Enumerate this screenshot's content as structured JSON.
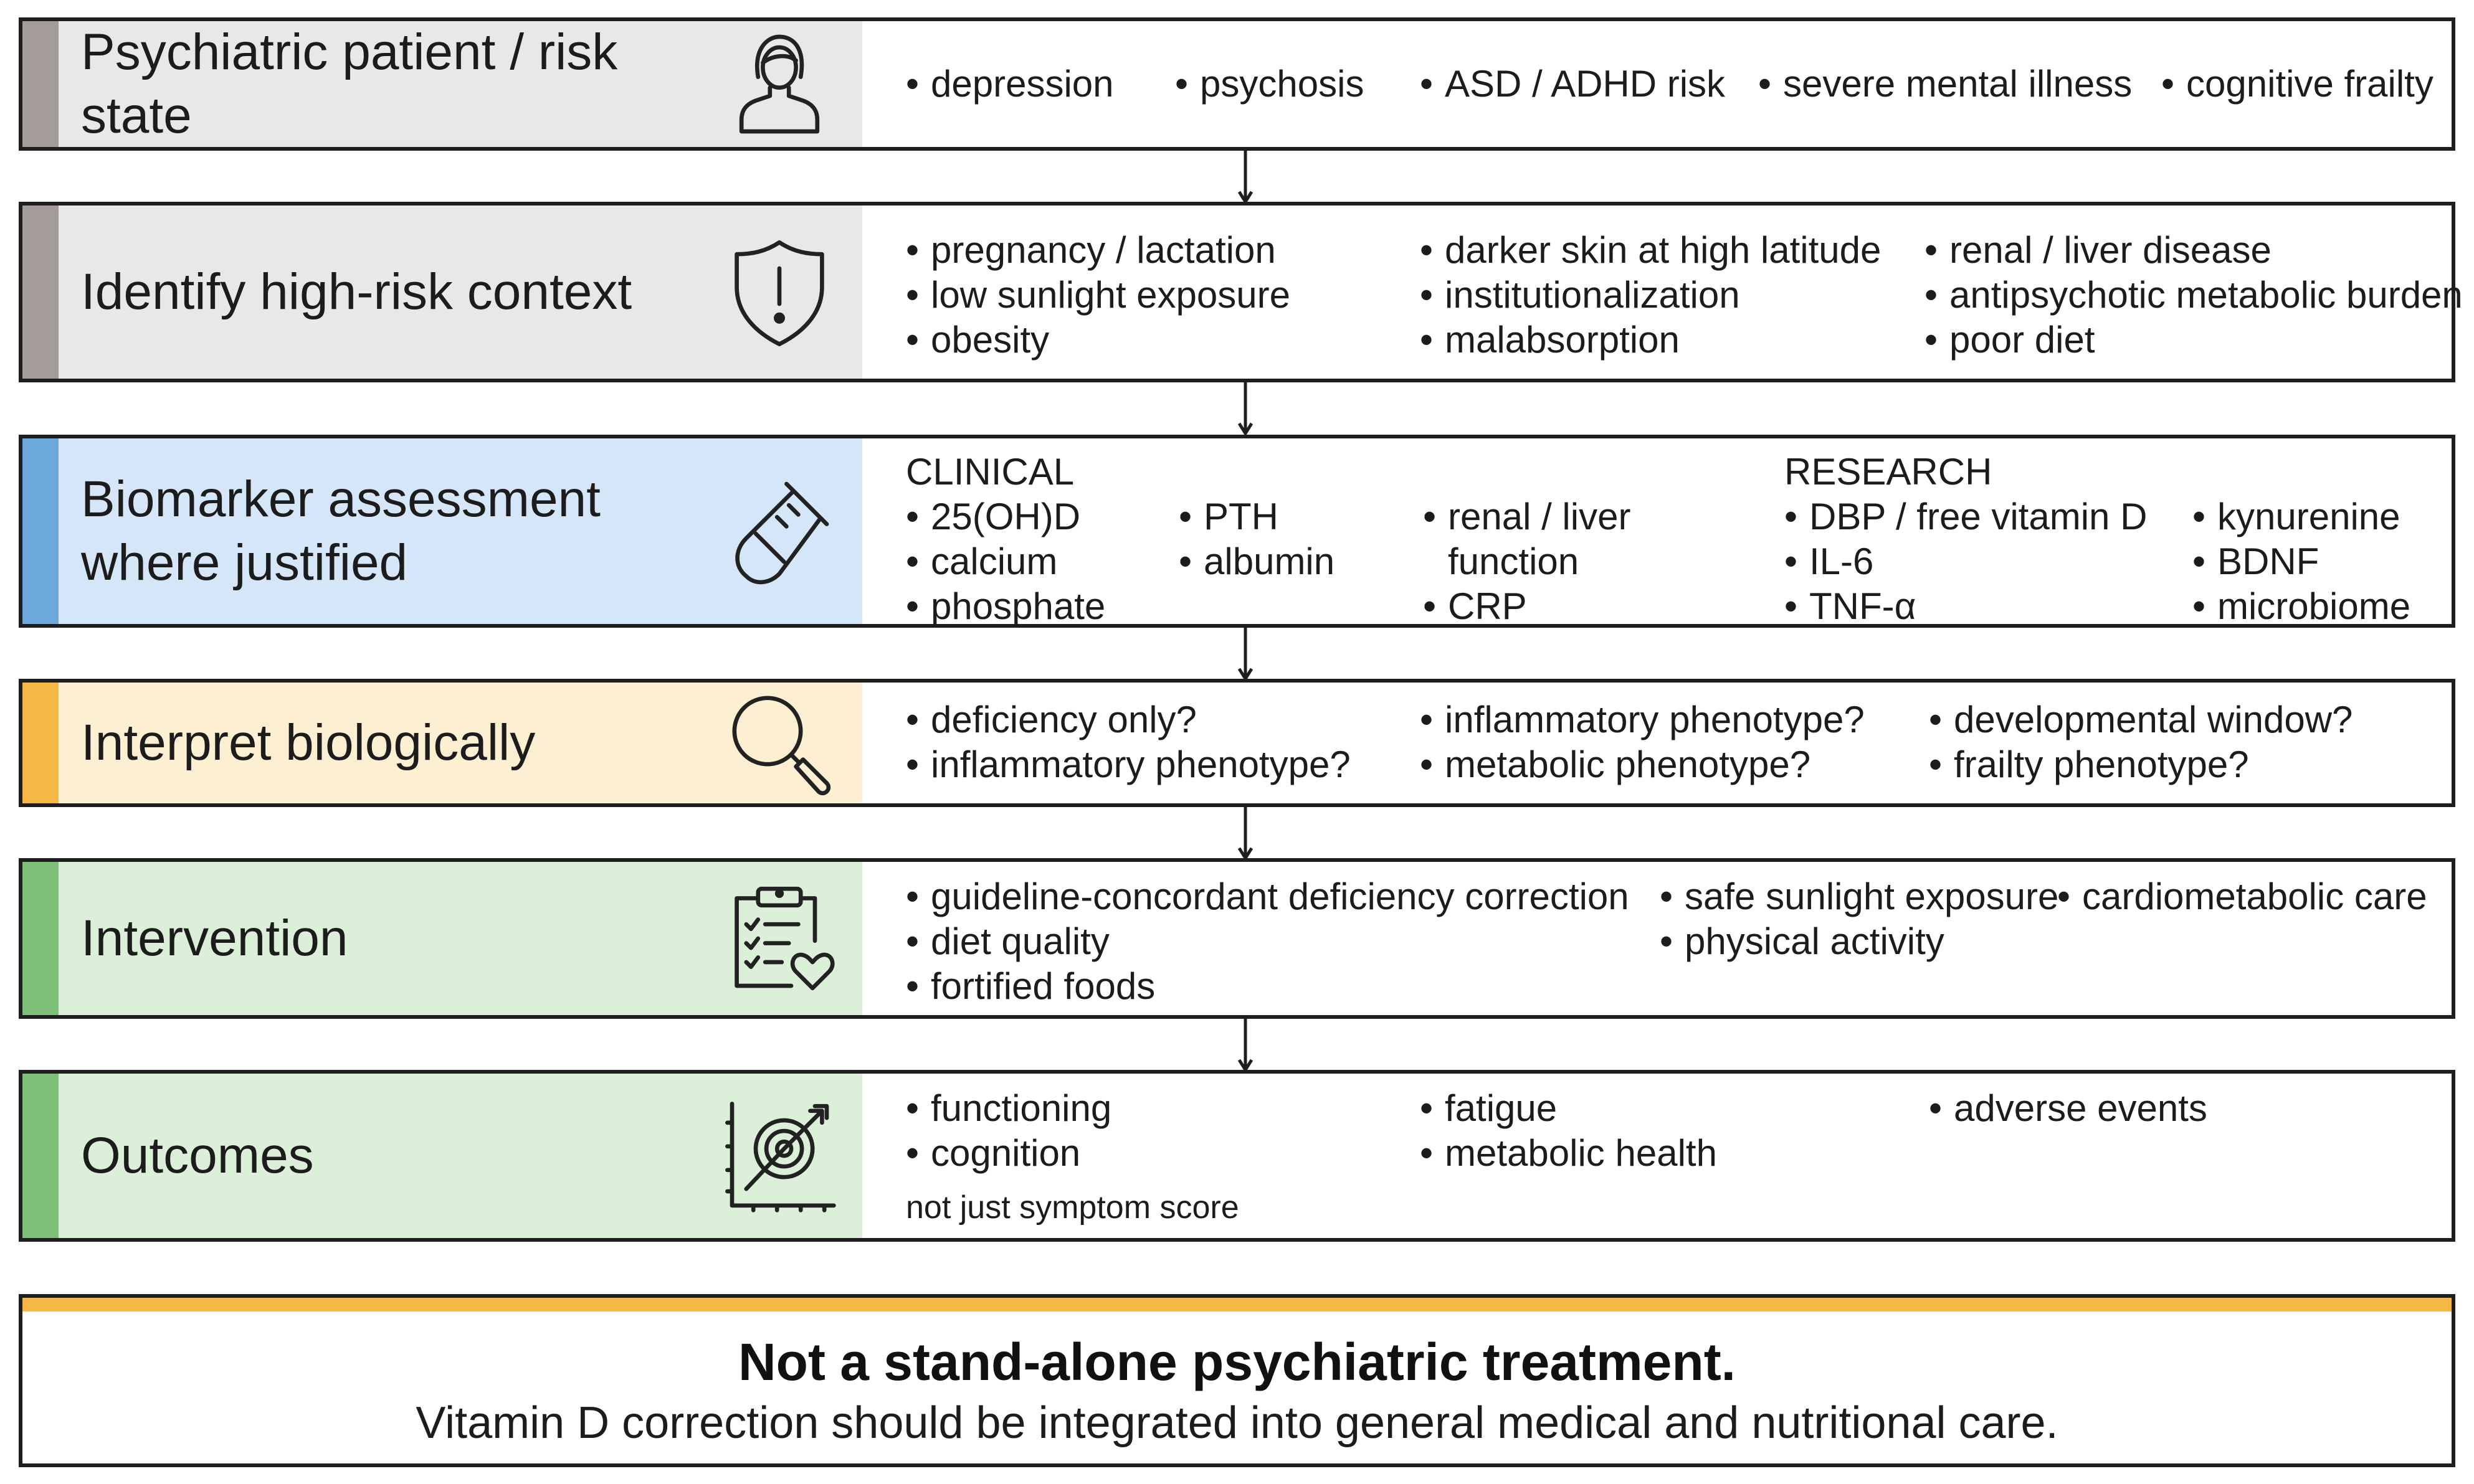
{
  "colors": {
    "gray_accent": "#a39c98",
    "gray_head": "#e8e8e8",
    "blue_accent": "#6ca8db",
    "blue_head": "#d4e6f7",
    "yellow_accent": "#f5b844",
    "yellow_head": "#fdefd2",
    "green_accent": "#7ebf79",
    "green_head": "#dcefd9",
    "border": "#1e1e1e"
  },
  "steps": [
    {
      "title": "Psychiatric patient / risk state",
      "icon": "person-icon",
      "items": [
        "depression",
        "psychosis",
        "ASD / ADHD risk",
        "severe mental illness",
        "cognitive frailty"
      ]
    },
    {
      "title": "Identify high-risk context",
      "icon": "shield-alert-icon",
      "col1": [
        "pregnancy / lactation",
        "low sunlight exposure",
        "obesity"
      ],
      "col2": [
        "darker skin at high latitude",
        "institutionalization",
        "malabsorption"
      ],
      "col3": [
        "renal / liver disease",
        "antipsychotic metabolic burden",
        "poor diet"
      ]
    },
    {
      "title_line1": "Biomarker assessment",
      "title_line2": "where justified",
      "icon": "test-tube-icon",
      "clinical_label": "CLINICAL",
      "research_label": "RESEARCH",
      "clinical_col1": [
        "25(OH)D",
        "calcium",
        "phosphate"
      ],
      "clinical_col2": [
        "PTH",
        "albumin"
      ],
      "clinical_col3_line1": "renal / liver",
      "clinical_col3_line2": "function",
      "clinical_col3_item2": "CRP",
      "research_col1": [
        "DBP / free vitamin D",
        "IL-6",
        "TNF-α"
      ],
      "research_col2": [
        "kynurenine",
        "BDNF",
        "microbiome"
      ]
    },
    {
      "title": "Interpret biologically",
      "icon": "magnifier-icon",
      "col1": [
        "deficiency only?",
        "inflammatory phenotype?"
      ],
      "col2": [
        "inflammatory phenotype?",
        "metabolic phenotype?"
      ],
      "col3": [
        "developmental window?",
        "frailty phenotype?"
      ]
    },
    {
      "title": "Intervention",
      "icon": "clipboard-heart-icon",
      "col1": [
        "guideline-concordant deficiency correction",
        "diet quality",
        "fortified foods"
      ],
      "col2": [
        "safe sunlight exposure",
        "physical activity"
      ],
      "col3": [
        "cardiometabolic care"
      ]
    },
    {
      "title": "Outcomes",
      "icon": "target-chart-icon",
      "col1": [
        "functioning",
        "cognition"
      ],
      "col2": [
        "fatigue",
        "metabolic health"
      ],
      "col3": [
        "adverse events"
      ],
      "note": "not just symptom score"
    }
  ],
  "banner": {
    "title": "Not a stand-alone psychiatric treatment.",
    "text": "Vitamin D correction should be integrated into general medical and nutritional care."
  }
}
